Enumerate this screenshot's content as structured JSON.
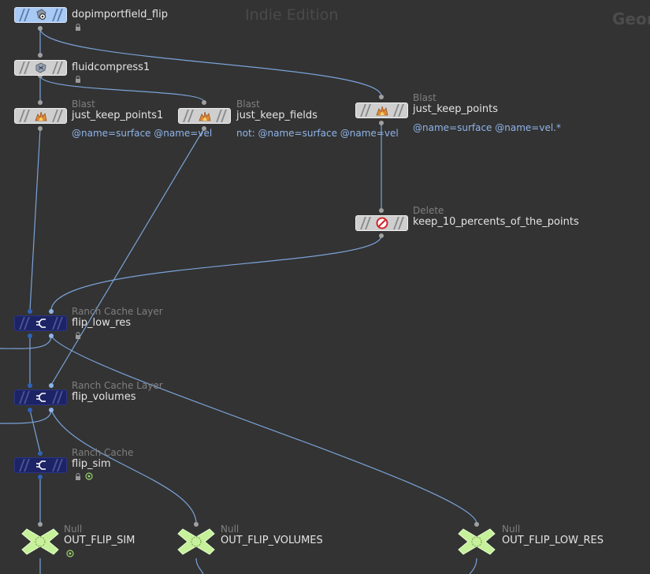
{
  "watermark": "Indie Edition",
  "context_label": "Geom",
  "nodes": {
    "dopimport": {
      "type": "",
      "name": "dopimportfield_flip"
    },
    "fluidcompress": {
      "type": "",
      "name": "fluidcompress1"
    },
    "blast1": {
      "type": "Blast",
      "name": "just_keep_points1",
      "param": "@name=surface @name=vel"
    },
    "blast2": {
      "type": "Blast",
      "name": "just_keep_fields",
      "param": "not: @name=surface @name=vel"
    },
    "blast3": {
      "type": "Blast",
      "name": "just_keep_points",
      "param": "@name=surface @name=vel.*"
    },
    "delete": {
      "type": "Delete",
      "name": "keep_10_percents_of_the_points"
    },
    "flip_low_res": {
      "type": "Ranch Cache Layer",
      "name": "flip_low_res"
    },
    "flip_volumes": {
      "type": "Ranch Cache Layer",
      "name": "flip_volumes"
    },
    "flip_sim": {
      "type": "Ranch Cache",
      "name": "flip_sim"
    },
    "out_sim": {
      "type": "Null",
      "name": "OUT_FLIP_SIM"
    },
    "out_volumes": {
      "type": "Null",
      "name": "OUT_FLIP_VOLUMES"
    },
    "out_low_res": {
      "type": "Null",
      "name": "OUT_FLIP_LOW_RES"
    }
  },
  "colors": {
    "background": "#333333",
    "wire": "#7aa3d8",
    "selected_node": "#a8c9f3",
    "ranch_node": "#1d2466",
    "null_node": "#c6f09a",
    "flag_display": "#9bd36b"
  },
  "icons": {
    "dopimport": "dop-import-icon",
    "fluidcompress": "fluid-compress-icon",
    "blast": "blast-icon",
    "delete": "delete-icon",
    "ranch": "ranch-cache-icon",
    "lock": "lock-icon",
    "display_flag": "display-flag-icon"
  }
}
